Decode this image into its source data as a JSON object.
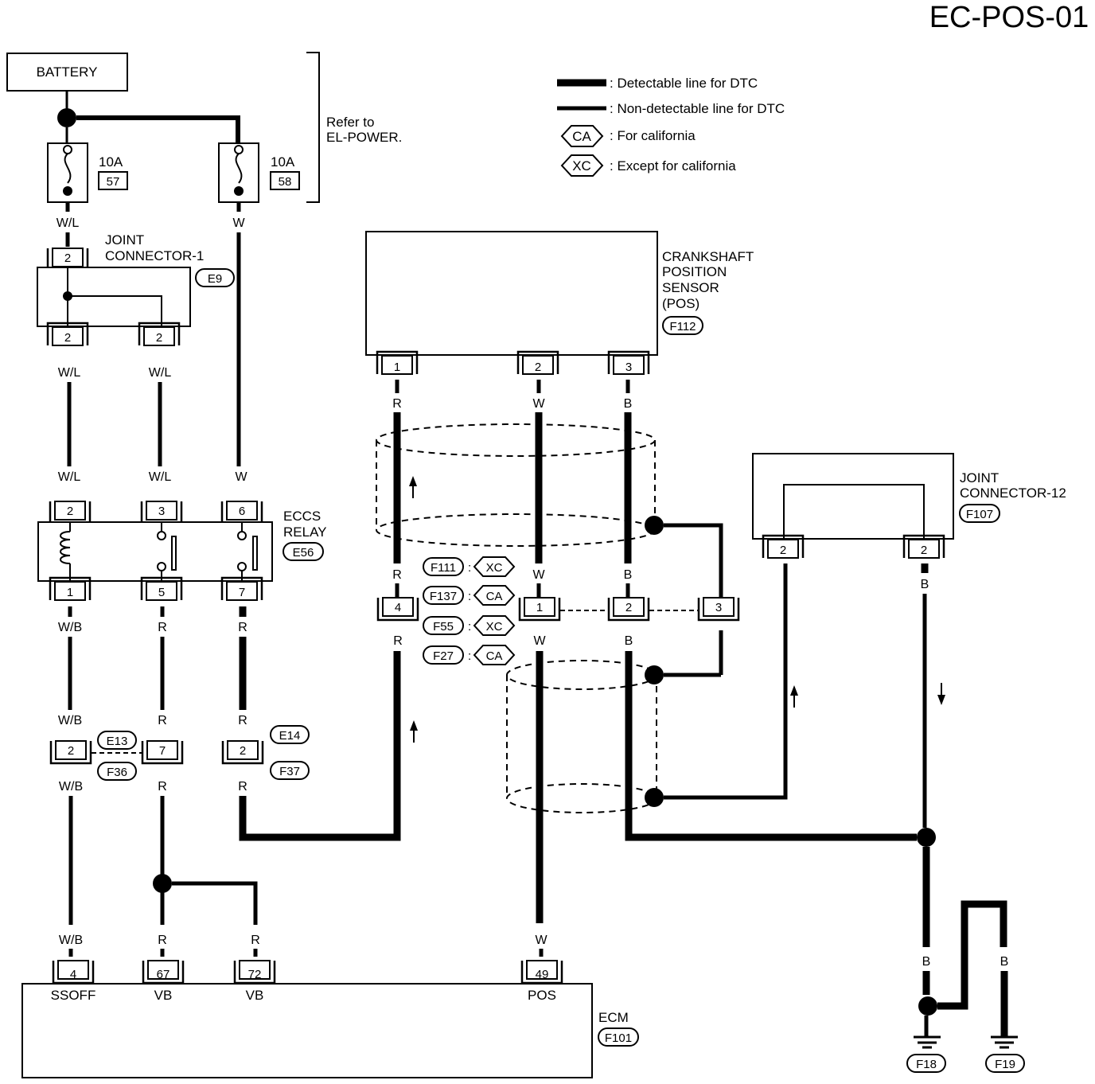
{
  "title": "EC-POS-01",
  "battery": "BATTERY",
  "fuses": [
    {
      "rating": "10A",
      "number": "57"
    },
    {
      "rating": "10A",
      "number": "58"
    }
  ],
  "refer_note": [
    "Refer to",
    "EL-POWER."
  ],
  "legend": {
    "detectable": ": Detectable line for DTC",
    "non_detectable": ": Non-detectable line for DTC",
    "ca_tag": "CA",
    "ca_text": ": For california",
    "xc_tag": "XC",
    "xc_text": ": Except for california"
  },
  "joint_connector_1": {
    "name": [
      "JOINT",
      "CONNECTOR-1"
    ],
    "code": "E9",
    "top_pin": "2",
    "bottom_pins": [
      "2",
      "2"
    ]
  },
  "eccs_relay": {
    "name": [
      "ECCS",
      "RELAY"
    ],
    "code": "E56",
    "top_pins": [
      "2",
      "3",
      "6"
    ],
    "bottom_pins": [
      "1",
      "5",
      "7"
    ]
  },
  "crank_sensor": {
    "name": [
      "CRANKSHAFT",
      "POSITION",
      "SENSOR",
      "(POS)"
    ],
    "code": "F112",
    "pins": [
      "1",
      "2",
      "3"
    ]
  },
  "joint_connector_12": {
    "name": [
      "JOINT",
      "CONNECTOR-12"
    ],
    "code": "F107",
    "pins": [
      "2",
      "2"
    ]
  },
  "mid_connector": {
    "pins": [
      "4",
      "1",
      "2",
      "3"
    ],
    "tags": [
      {
        "code": "F111",
        "variant": "XC"
      },
      {
        "code": "F137",
        "variant": "CA"
      },
      {
        "code": "F55",
        "variant": "XC"
      },
      {
        "code": "F27",
        "variant": "CA"
      }
    ]
  },
  "lower_connectors": {
    "e13": "E13",
    "f36": "F36",
    "e14": "E14",
    "f37": "F37",
    "pins": [
      "2",
      "7",
      "2"
    ]
  },
  "wire_colors": {
    "wl": "W/L",
    "w": "W",
    "wb": "W/B",
    "r": "R",
    "b": "B"
  },
  "ecm": {
    "name": "ECM",
    "code": "F101",
    "pins": [
      {
        "number": "4",
        "label": "SSOFF"
      },
      {
        "number": "67",
        "label": "VB"
      },
      {
        "number": "72",
        "label": "VB"
      },
      {
        "number": "49",
        "label": "POS"
      }
    ]
  },
  "grounds": [
    "F18",
    "F19"
  ]
}
